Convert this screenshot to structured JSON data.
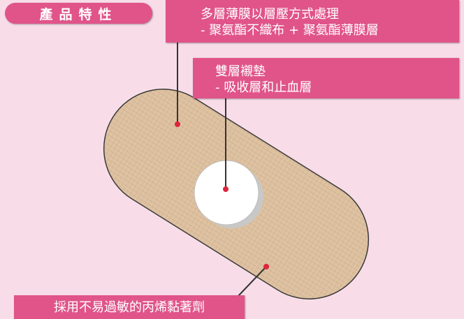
{
  "header": {
    "title": "產品特性"
  },
  "callouts": {
    "layer": {
      "line1": "多層薄膜以層壓方式處理",
      "line2": "- 聚氨酯不織布 + 聚氨酯薄膜層"
    },
    "pad": {
      "line1": "雙層襯墊",
      "line2": "- 吸收層和止血層"
    },
    "adhesive": {
      "text": "採用不易過敏的丙烯黏著劑"
    }
  },
  "colors": {
    "background": "#f8dde8",
    "accent": "#e0548a",
    "bandage": "#dcbf9e",
    "pad": "#ffffff",
    "marker": "#e0243c"
  }
}
